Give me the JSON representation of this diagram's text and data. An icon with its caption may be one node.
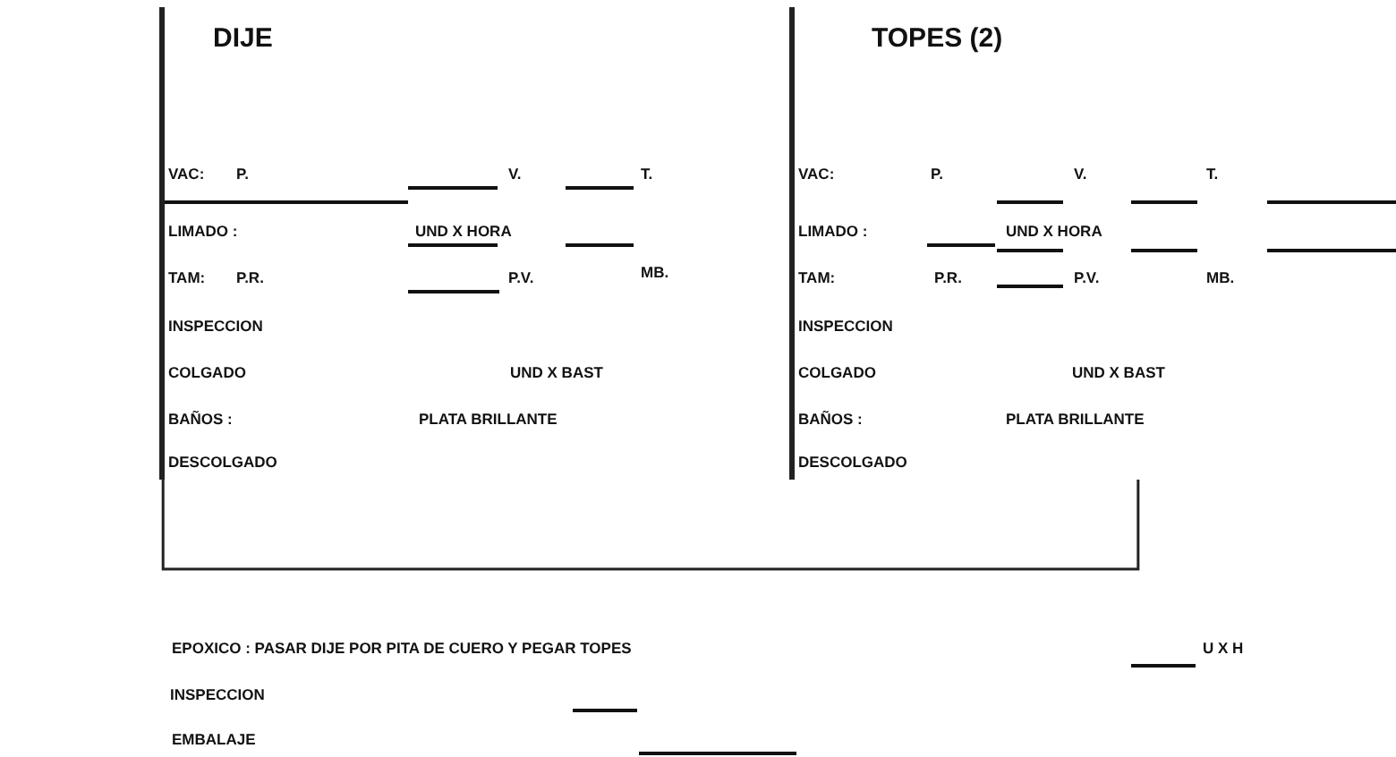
{
  "diagram": {
    "nodes": [
      {
        "text": [
          "DIJE",
          "VAC:",
          "P.",
          "V.",
          "T.",
          "LIMADO :",
          "UND X HORA",
          "TAM:",
          "P.R.",
          "P.V.",
          "MB.",
          "INSPECCION",
          "COLGADO",
          "UND X BAST",
          "BAÑOS :",
          "PLATA BRILLANTE",
          "DESCOLGADO"
        ]
      },
      {
        "text": [
          "TOPES (2)",
          "VAC:",
          "P.",
          "V.",
          "T.",
          "LIMADO :",
          "UND X HORA",
          "TAM:",
          "P.R.",
          "P.V.",
          "MB.",
          "INSPECCION",
          "COLGADO",
          "UND X BAST",
          "BAÑOS :",
          "PLATA BRILLANTE",
          "DESCOLGADO"
        ]
      }
    ],
    "edges": [
      {
        "from": 0,
        "to": 1,
        "arrow": "none"
      }
    ],
    "labels": [
      "EPOXICO : PASAR DIJE POR PITA DE CUERO Y PEGAR TOPES",
      "U X H",
      "INSPECCION",
      "EMBALAJE"
    ]
  }
}
